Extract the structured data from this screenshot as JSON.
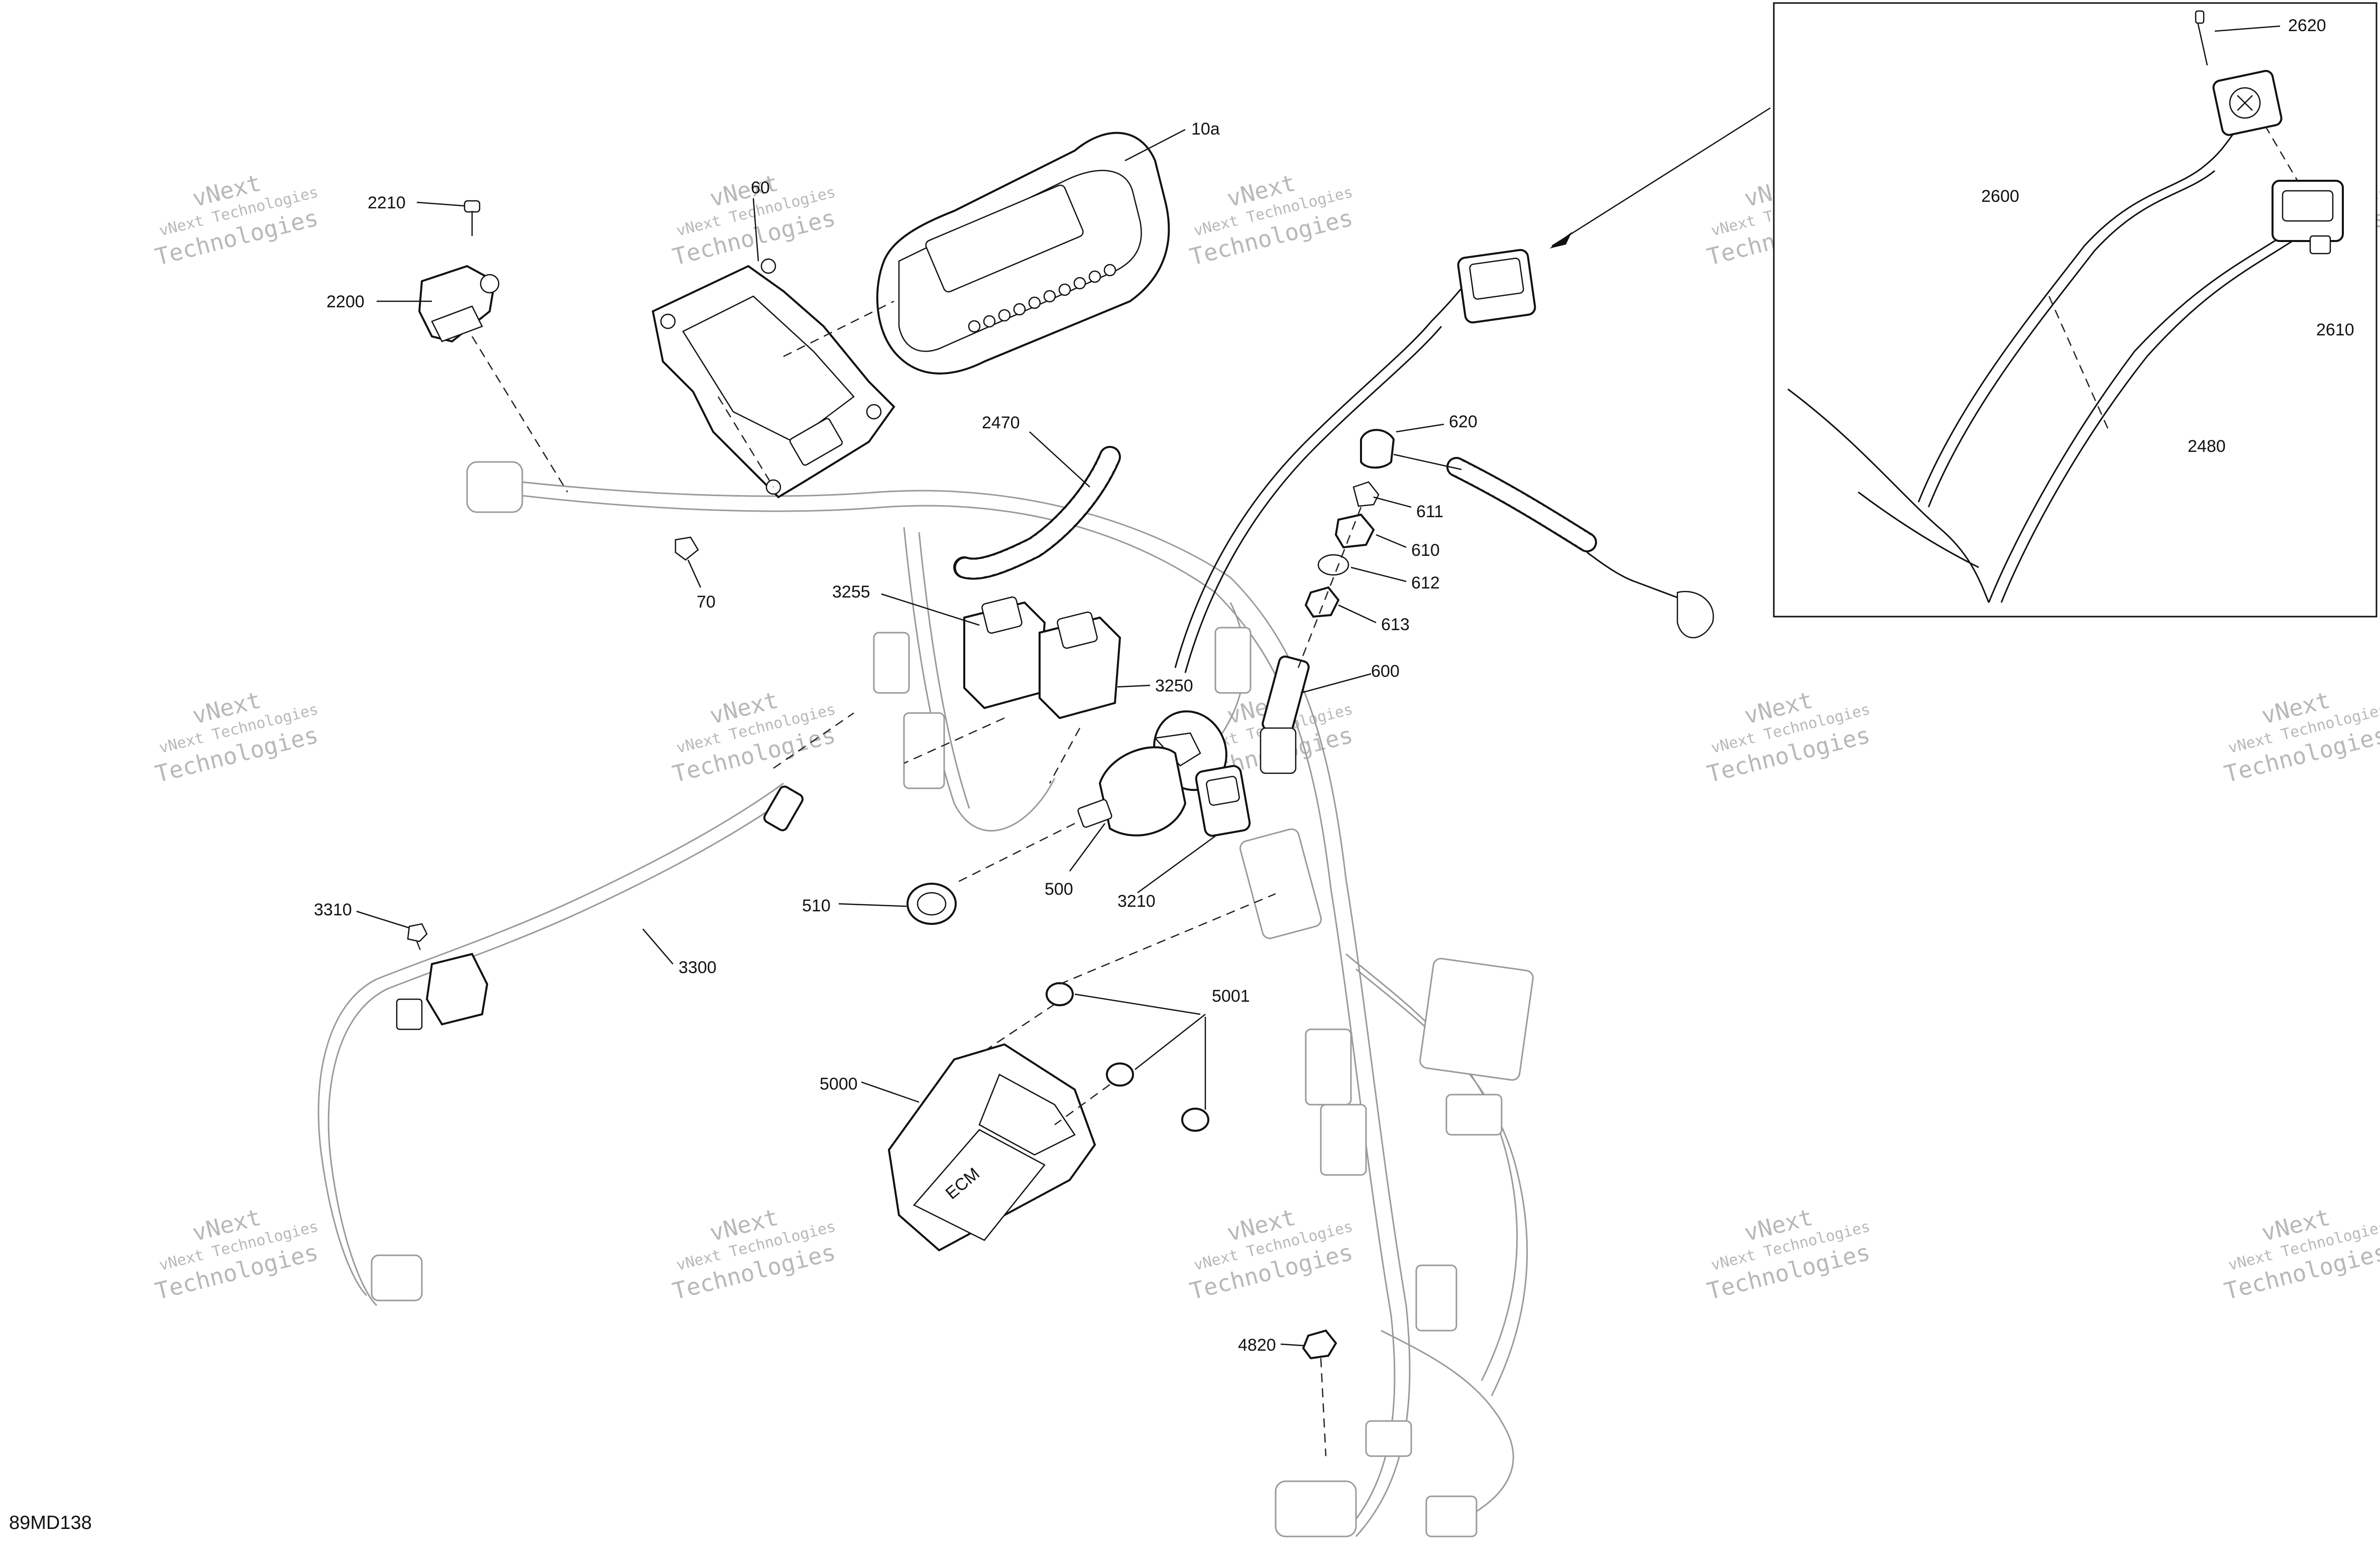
{
  "drawing_id": "89MD138",
  "watermark": {
    "line1": "vNext Technologies",
    "line2": "vNext",
    "line3": "Technologies"
  },
  "callouts": {
    "c2620": "2620",
    "c2600": "2600",
    "c2610": "2610",
    "c2480": "2480",
    "c10a": "10a",
    "c60": "60",
    "c2210": "2210",
    "c2200": "2200",
    "c70": "70",
    "c2470": "2470",
    "c620": "620",
    "c611": "611",
    "c610": "610",
    "c612": "612",
    "c613": "613",
    "c600": "600",
    "c3255": "3255",
    "c3250": "3250",
    "c500": "500",
    "c3210": "3210",
    "c510": "510",
    "c3310": "3310",
    "c3300": "3300",
    "c5001": "5001",
    "c5000": "5000",
    "c4820": "4820"
  },
  "ecm_label": "ECM"
}
